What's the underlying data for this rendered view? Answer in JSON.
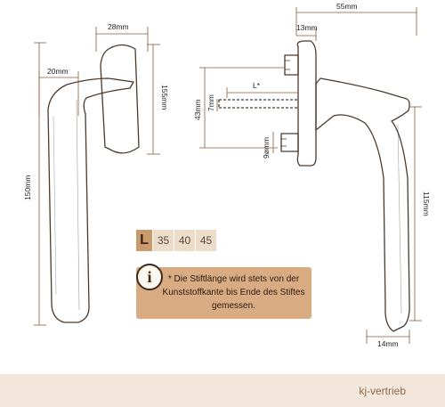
{
  "dimensions": {
    "handle_length": "150mm",
    "rosette_height": "155mm",
    "rosette_width": "28mm",
    "grip_offset": "20mm",
    "total_depth": "55mm",
    "rosette_depth": "13mm",
    "pin_section_left": "43mm",
    "pin_section_right": "7mm",
    "pin_length_label": "L*",
    "screw_diameter": "9ømm",
    "side_height": "115mm",
    "tip_width": "14mm"
  },
  "lengths": {
    "label": "L",
    "values": [
      "35",
      "40",
      "45"
    ]
  },
  "note": {
    "icon": "info-icon",
    "marker": "*",
    "text": "Die Stiftlänge wird stets von der Kunststoffkante bis Ende des Stiftes gemessen."
  },
  "brand": "kj-vertrieb",
  "colors": {
    "dimension_lines": "#8b5a3c",
    "outline": "#4a3a2e",
    "legend_label_bg": "#c99a6e",
    "legend_value_bg": "#eddcc8",
    "note_bg": "#d9ab83",
    "footer_bg": "#f3e6da"
  }
}
